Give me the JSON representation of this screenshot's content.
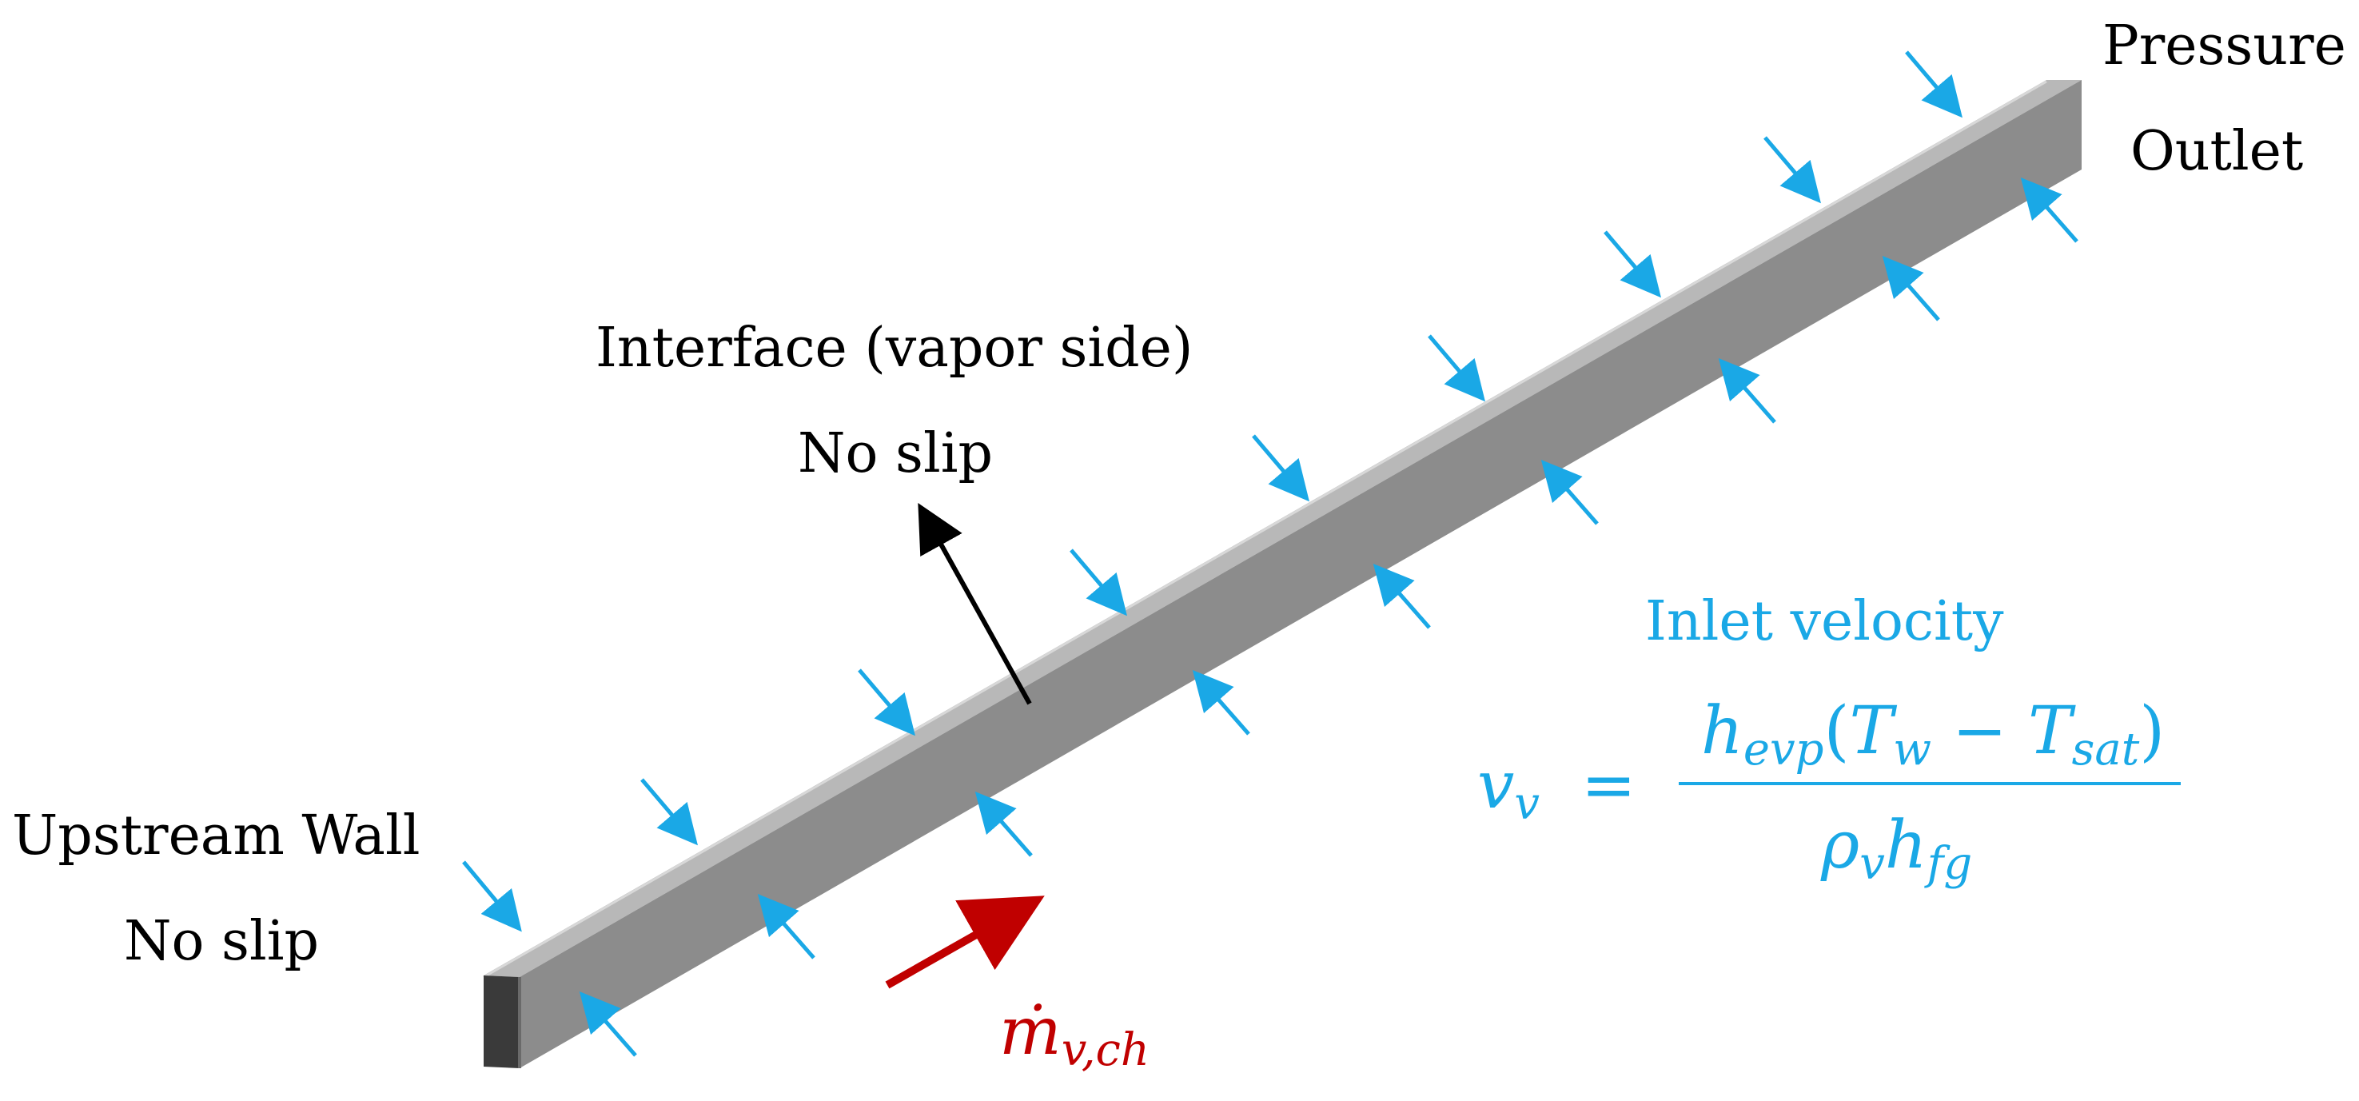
{
  "labels": {
    "pressure_outlet_line1": "Pressure",
    "pressure_outlet_line2": "Outlet",
    "interface_title": "Interface (vapor side)",
    "interface_condition": "No slip",
    "upstream_title": "Upstream Wall",
    "upstream_condition": "No slip",
    "inlet_title": "Inlet velocity"
  },
  "equation": {
    "lhs_base": "v",
    "lhs_sub": "v",
    "equals": "=",
    "num_h": "h",
    "num_h_sub": "evp",
    "num_open": "(",
    "num_T1": "T",
    "num_T1_sub": "w",
    "num_minus": "−",
    "num_T2": "T",
    "num_T2_sub": "sat",
    "num_close": ")",
    "den_rho": "ρ",
    "den_rho_sub": "v",
    "den_h": "h",
    "den_h_sub": "fg"
  },
  "mass_flow": {
    "base": "ṁ",
    "sub": "v,ch"
  },
  "colors": {
    "text": "#000000",
    "inlet": "#1aa8e6",
    "mass_flow": "#c00000",
    "channel_top": "#b3b3b3",
    "channel_side": "#8e8e8e",
    "channel_end": "#3c3c3c"
  }
}
